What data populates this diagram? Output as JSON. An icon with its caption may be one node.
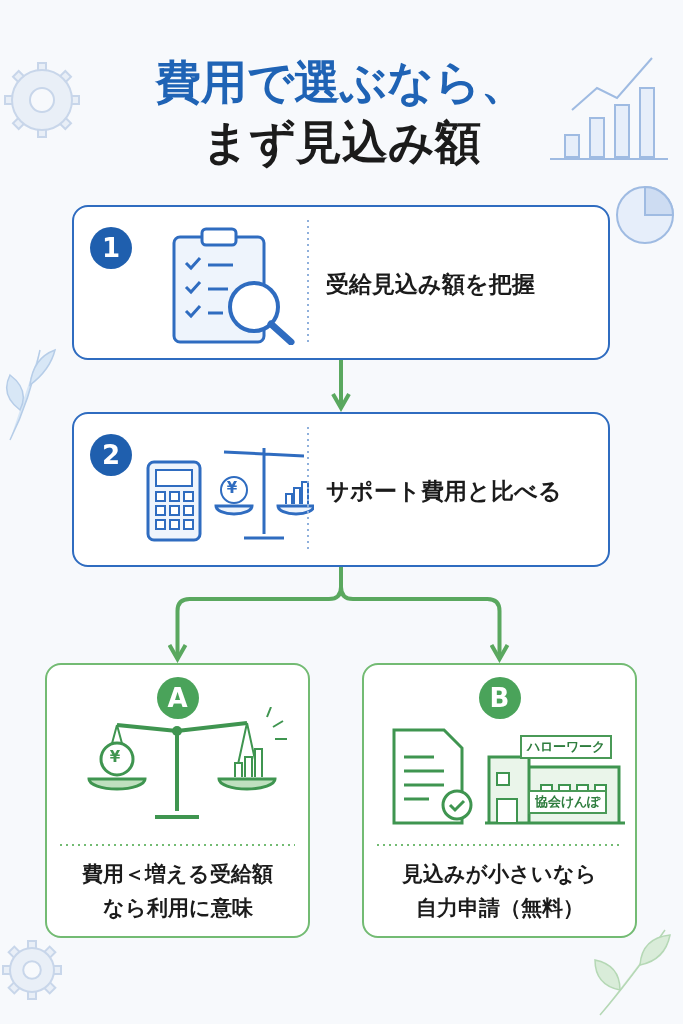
{
  "diagram": {
    "title": "費用で選ぶなら、まず見込み額",
    "nodes": [
      {
        "text": [
          "1",
          "受給見込み額を把握"
        ]
      },
      {
        "text": [
          "2",
          "サポート費用と比べる"
        ]
      },
      {
        "text": [
          "A",
          "費用＜増える受給額なら利用に意味"
        ]
      },
      {
        "text": [
          "B",
          "見込みが小さいなら自力申請（無料）"
        ]
      }
    ],
    "edges": [
      {
        "from": 0,
        "to": 1,
        "arrow": "to"
      },
      {
        "from": 1,
        "to": 2,
        "arrow": "to"
      },
      {
        "from": 1,
        "to": 3,
        "arrow": "to"
      }
    ],
    "labels": [
      "¥",
      "¥",
      "ハローワーク",
      "協会けんぽ"
    ]
  }
}
